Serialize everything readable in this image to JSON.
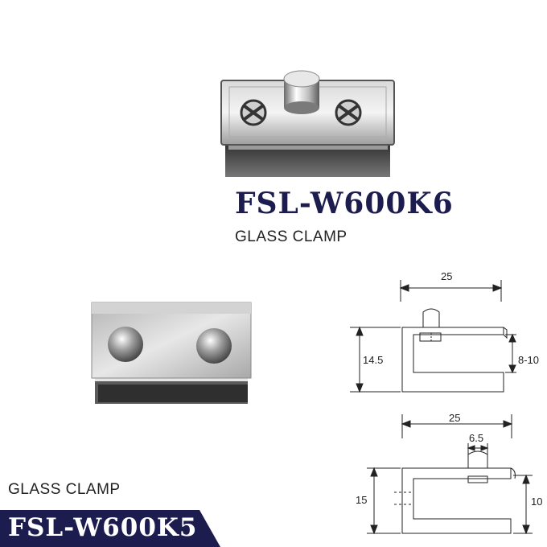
{
  "products": [
    {
      "model": "FSL-W600K6",
      "name": "GLASS CLAMP"
    },
    {
      "model": "FSL-W600K5",
      "name": "GLASS CLAMP"
    }
  ],
  "drawing_top": {
    "width": "25",
    "height": "14.5",
    "glass": "8-10"
  },
  "drawing_bottom": {
    "width": "25",
    "knob": "6.5",
    "height": "15",
    "glass": "10"
  },
  "colors": {
    "title_navy": "#1c1c4e",
    "banner": "#1c1c4e"
  }
}
